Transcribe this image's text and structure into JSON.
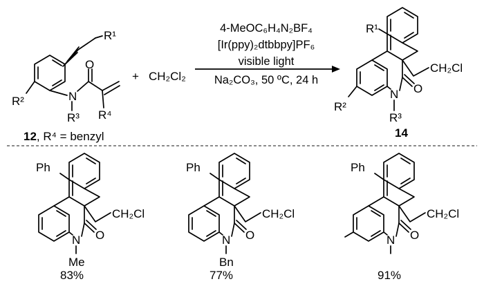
{
  "scheme": {
    "plus": "+",
    "reagent": "CH₂Cl₂",
    "conditions": [
      "4-MeOC₆H₄N₂BF₄",
      "[Ir(ppy)₂dtbbpy]PF₆",
      "visible light",
      "Na₂CO₃, 50 ºC, 24 h"
    ],
    "start_label_bold": "12",
    "start_label_rest": ", R⁴ = benzyl",
    "product_label": "14",
    "start_atoms": {
      "R1": "R¹",
      "R2": "R²",
      "R3": "R³",
      "R4": "R⁴",
      "N": "N",
      "O": "O"
    },
    "product_atoms": {
      "R1": "R¹",
      "R2": "R²",
      "R3": "R³",
      "N": "N",
      "O": "O",
      "side": "CH₂Cl"
    }
  },
  "examples": [
    {
      "Ph": "Ph",
      "N": "N",
      "O": "O",
      "side": "CH₂Cl",
      "N_sub": "Me",
      "yield": "83%"
    },
    {
      "Ph": "Ph",
      "N": "N",
      "O": "O",
      "side": "CH₂Cl",
      "N_sub": "Bn",
      "yield": "77%"
    },
    {
      "Ph": "Ph",
      "N": "N",
      "O": "O",
      "side": "CH₂Cl",
      "N_sub": "",
      "yield": "91%"
    }
  ],
  "colors": {
    "ink": "#000000",
    "background": "#ffffff",
    "divider": "#444444"
  }
}
